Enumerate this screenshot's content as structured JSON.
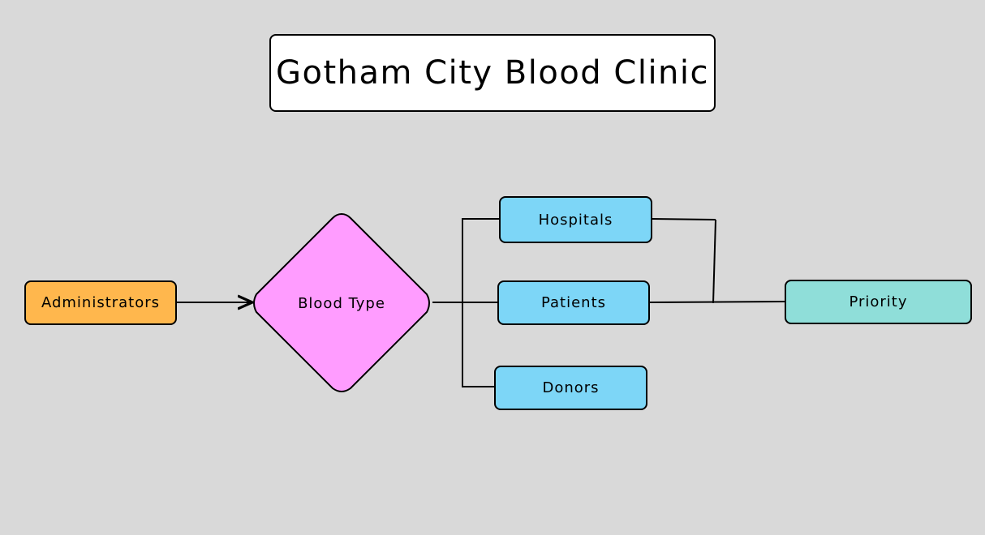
{
  "title": "Gotham City Blood Clinic",
  "nodes": {
    "administrators": "Administrators",
    "blood_type": "Blood Type",
    "hospitals": "Hospitals",
    "patients": "Patients",
    "donors": "Donors",
    "priority": "Priority"
  },
  "colors": {
    "background": "#d9d9d9",
    "administrators": "#ffb74d",
    "blood_type": "#ff9cff",
    "entity": "#7dd6f7",
    "priority": "#8fded9"
  }
}
